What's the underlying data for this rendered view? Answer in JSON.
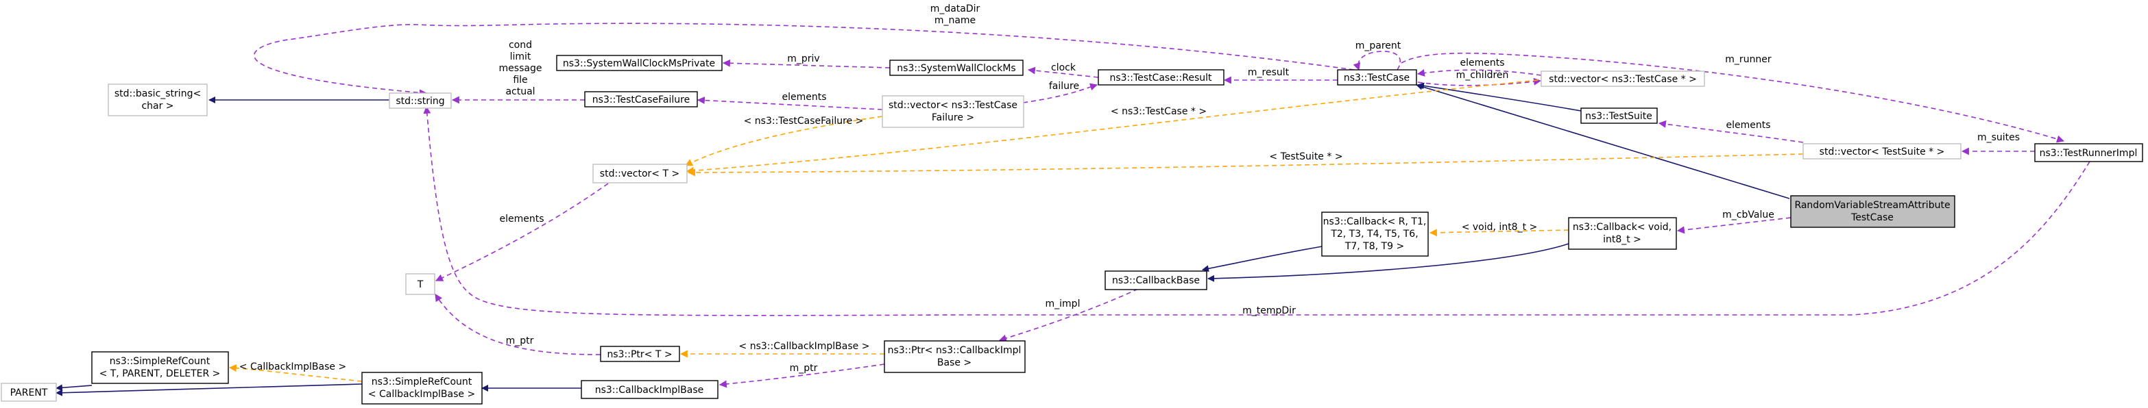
{
  "colors": {
    "inheritance": "#191970",
    "usage": "#9a32cd",
    "template": "#ffa500",
    "box_border": "#000000",
    "box_border_external": "#bfbfbf",
    "highlight_fill": "#bfbfbf"
  },
  "nodes": {
    "std_basic_string": [
      "std::basic_string<",
      "char >"
    ],
    "std_string": [
      "std::string"
    ],
    "sys_wall_priv": [
      "ns3::SystemWallClockMsPrivate"
    ],
    "test_case_failure": [
      "ns3::TestCaseFailure"
    ],
    "sys_wall": [
      "ns3::SystemWallClockMs"
    ],
    "test_case_result": [
      "ns3::TestCase::Result"
    ],
    "vector_failure": [
      "std::vector< ns3::TestCase",
      "Failure >"
    ],
    "test_case": [
      "ns3::TestCase"
    ],
    "vector_testcase_ptr": [
      "std::vector< ns3::TestCase * >"
    ],
    "test_suite": [
      "ns3::TestSuite"
    ],
    "vector_t": [
      "std::vector< T >"
    ],
    "vector_testsuite_ptr": [
      "std::vector< TestSuite * >"
    ],
    "test_runner_impl": [
      "ns3::TestRunnerImpl"
    ],
    "rv_stream": [
      "RandomVariableStreamAttribute",
      "TestCase"
    ],
    "callback_template": [
      "ns3::Callback< R, T1,",
      "T2, T3, T4, T5, T6,",
      "T7, T8, T9 >"
    ],
    "callback_void": [
      "ns3::Callback< void,",
      "int8_t >"
    ],
    "t": [
      "T"
    ],
    "callback_base": [
      "ns3::CallbackBase"
    ],
    "simple_ref_count_t": [
      "ns3::SimpleRefCount",
      "< T, PARENT, DELETER >"
    ],
    "ptr_t": [
      "ns3::Ptr< T >"
    ],
    "ptr_cb_impl": [
      "ns3::Ptr< ns3::CallbackImpl",
      "Base >"
    ],
    "parent": [
      "PARENT"
    ],
    "simple_ref_count_cb": [
      "ns3::SimpleRefCount",
      "< CallbackImplBase >"
    ],
    "callback_impl_base": [
      "ns3::CallbackImplBase"
    ]
  },
  "edge_labels": {
    "m_dataDir_m_name": [
      "m_dataDir",
      "m_name"
    ],
    "cond_list": [
      "cond",
      "limit",
      "message",
      "file",
      "actual"
    ],
    "m_parent": "m_parent",
    "m_runner": "m_runner",
    "m_priv": "m_priv",
    "clock": "clock",
    "m_result": "m_result",
    "elements_testcase": "elements",
    "m_children": "m_children",
    "failure": "failure",
    "elements_failure": "elements",
    "tcfailure_tmpl": "< ns3::TestCaseFailure >",
    "tcptr_tmpl": "< ns3::TestCase * >",
    "elements_suite": "elements",
    "m_suites": "m_suites",
    "tsptr_tmpl": "< TestSuite * >",
    "elements_t": "elements",
    "m_cbValue": "m_cbValue",
    "void_int8_tmpl": "< void, int8_t >",
    "m_impl": "m_impl",
    "m_tempDir": "m_tempDir",
    "m_ptr_t": "m_ptr",
    "cbimpl_tmpl": "< ns3::CallbackImplBase >",
    "m_ptr_cb": "m_ptr",
    "cbimplbase_tmpl": "< CallbackImplBase >"
  }
}
